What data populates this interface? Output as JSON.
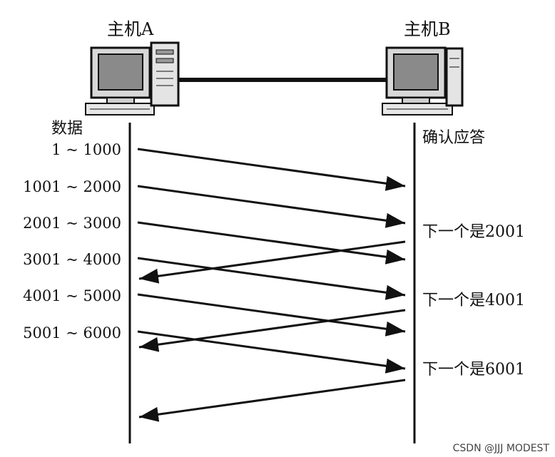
{
  "hosts": {
    "a": {
      "label": "主机A"
    },
    "b": {
      "label": "主机B"
    }
  },
  "column_headers": {
    "data": "数据",
    "ack": "确认应答"
  },
  "segments": [
    {
      "range": "1 ~ 1000"
    },
    {
      "range": "1001 ~ 2000"
    },
    {
      "range": "2001 ~ 3000"
    },
    {
      "range": "3001 ~ 4000"
    },
    {
      "range": "4001 ~ 5000"
    },
    {
      "range": "5001 ~ 6000"
    }
  ],
  "acks": [
    {
      "text": "下一个是2001"
    },
    {
      "text": "下一个是4001"
    },
    {
      "text": "下一个是6001"
    }
  ],
  "watermark": "CSDN @JJJ MODEST"
}
